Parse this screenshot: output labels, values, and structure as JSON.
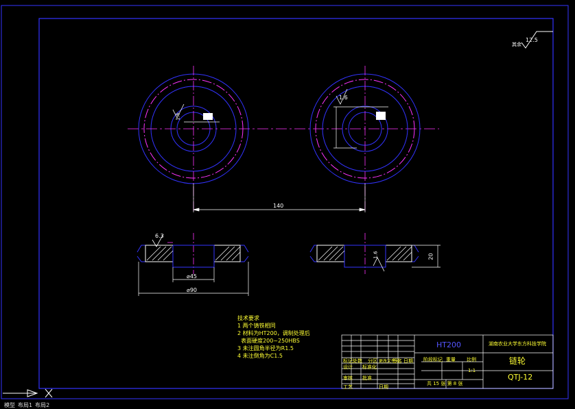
{
  "drawing": {
    "roughness_corner": {
      "label": "其余",
      "value": "12.5"
    },
    "top_view": {
      "left_surface_roughness": "1.6",
      "right_surface_roughness": "1.6",
      "center_distance": "140"
    },
    "section_view": {
      "chamfer_roughness": "6.3",
      "right_roughness": "1.6",
      "inner_diameter": "⌀45",
      "outer_diameter": "⌀90",
      "thickness": "20"
    },
    "tech_requirements": {
      "title": "技术要求",
      "items": [
        "1 两个铸铁相同",
        "2 材料为HT200，调制处理后",
        "  表面硬度200~250HBS",
        "3 未注圆角半径为R1.5",
        "4 未注倒角为C1.5"
      ]
    },
    "title_block": {
      "material": "HT200",
      "school": "湖南农业大学东方科技学院",
      "part_name": "链轮",
      "drawing_number": "QTJ-12",
      "scale": "1:1",
      "sheet_info": "共 15 张   第 8 张",
      "header_labels": [
        "标记",
        "处数",
        "分区",
        "更改文件号",
        "签名",
        "日期"
      ],
      "row_labels": [
        "设计",
        "审核",
        "工艺"
      ],
      "row_cells": [
        "标准化",
        "批准",
        "日期"
      ],
      "stage_labels": [
        "阶段标记",
        "重量",
        "比例"
      ]
    }
  },
  "statusbar": {
    "tabs": [
      "模型",
      "布局1",
      "布局2"
    ]
  }
}
